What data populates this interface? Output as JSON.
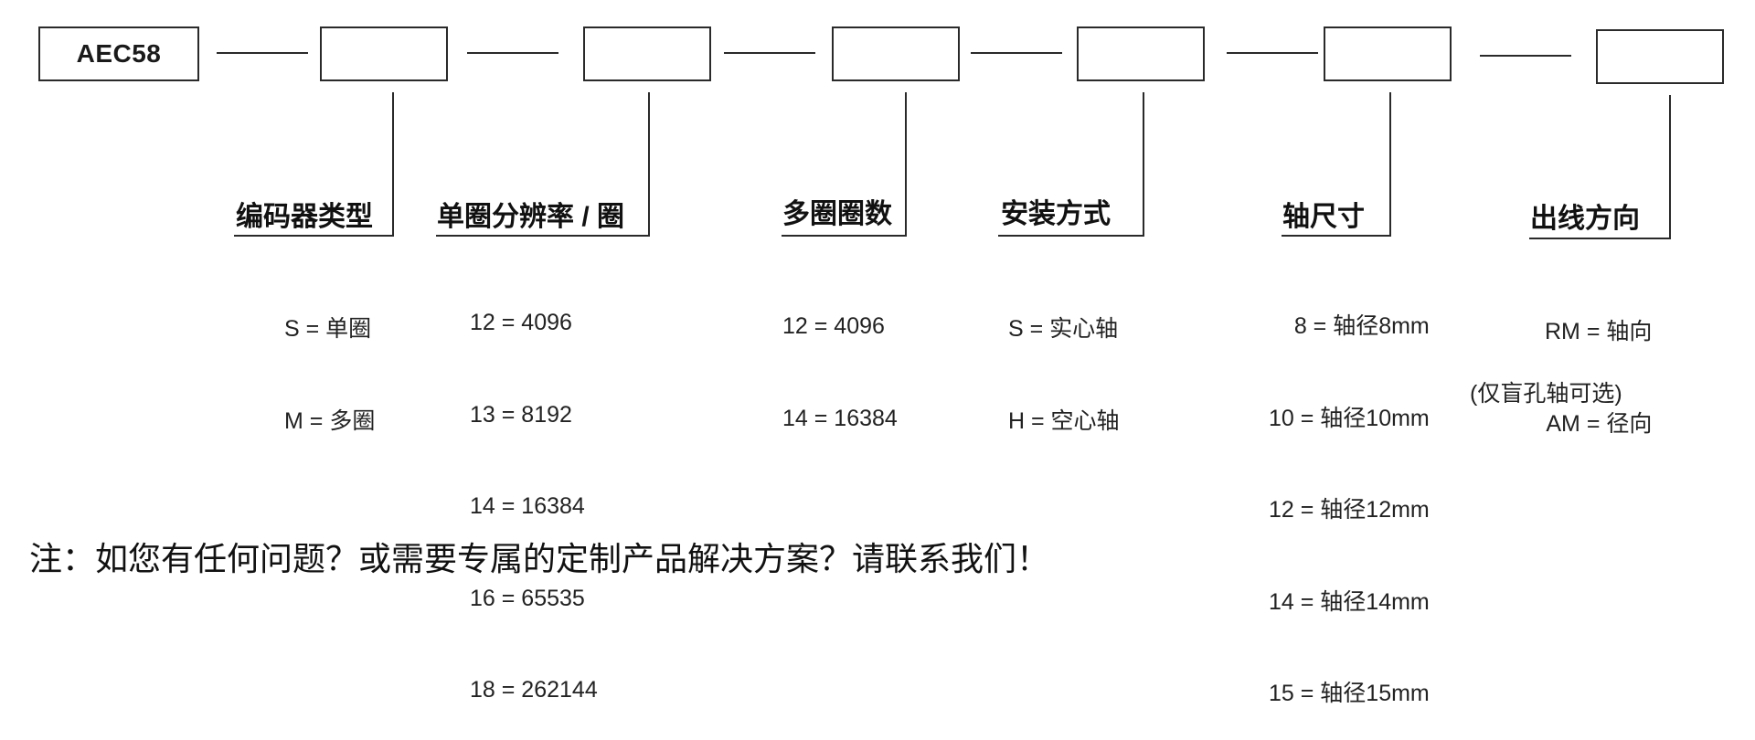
{
  "prefix": "AEC58",
  "fields": [
    {
      "label": "编码器类型",
      "options": [
        "S = 单圈",
        "M = 多圈"
      ]
    },
    {
      "label": "单圈分辨率 / 圈",
      "options": [
        "12 = 4096",
        "13 = 8192",
        "14 = 16384",
        "16 = 65535",
        "18 = 262144"
      ]
    },
    {
      "label": "多圈圈数",
      "options": [
        "12 = 4096",
        "14 = 16384"
      ]
    },
    {
      "label": "安装方式",
      "options": [
        "S = 实心轴",
        "H = 空心轴"
      ]
    },
    {
      "label": "轴尺寸",
      "options": [
        "8 = 轴径8mm",
        "10 = 轴径10mm",
        "12 = 轴径12mm",
        "14 = 轴径14mm",
        "15 = 轴径15mm"
      ],
      "side_note": "(仅盲孔轴可选)"
    },
    {
      "label": "出线方向",
      "options": [
        "RM = 轴向",
        "AM = 径向"
      ]
    }
  ],
  "footer_note": "注：如您有任何问题？或需要专属的定制产品解决方案？请联系我们！"
}
